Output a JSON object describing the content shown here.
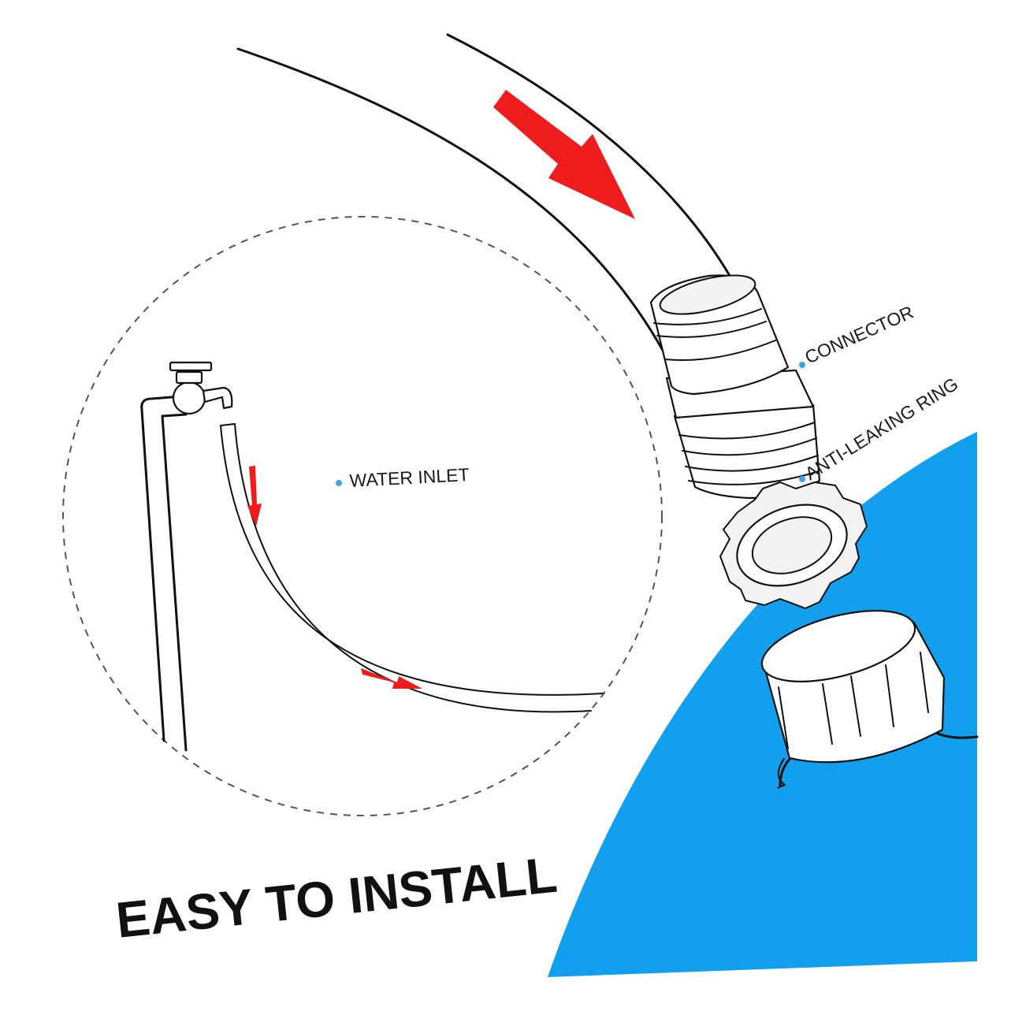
{
  "headline": "EASY TO INSTALL",
  "labels": {
    "water_inlet": "WATER INLET",
    "connector": "CONNECTOR",
    "anti_leaking_ring": "ANTI-LEAKING RING"
  },
  "colors": {
    "water": "#12a0ee",
    "arrow": "#ee1c1c",
    "label_dot": "#3aa6e0",
    "line": "#111111"
  },
  "icons": [
    "faucet-icon",
    "hose-icon",
    "connector-icon",
    "ring-icon",
    "cap-icon",
    "flow-arrow-icon"
  ]
}
